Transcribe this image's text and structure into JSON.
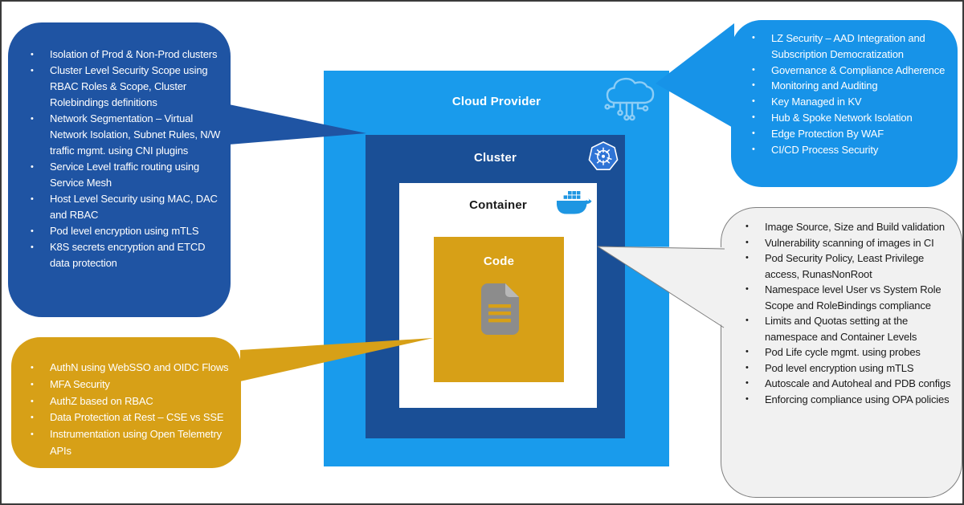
{
  "diagram": {
    "title_hint": "Kubernetes / cloud layered security diagram",
    "center": {
      "cloud_label": "Cloud Provider",
      "cluster_label": "Cluster",
      "container_label": "Container",
      "code_label": "Code"
    },
    "icons": {
      "cloud": "cloud-network-icon",
      "cluster": "kubernetes-icon",
      "container": "docker-whale-icon",
      "code": "document-icon"
    },
    "callouts": {
      "cluster_security": {
        "items": [
          "Isolation of Prod & Non-Prod clusters",
          "Cluster Level Security Scope using RBAC Roles & Scope, Cluster Rolebindings definitions",
          "Network Segmentation – Virtual Network Isolation, Subnet Rules, N/W traffic mgmt. using CNI plugins",
          "Service Level traffic routing using Service Mesh",
          "Host Level Security using MAC, DAC and RBAC",
          "Pod level encryption using mTLS",
          "K8S secrets encryption and ETCD data protection"
        ]
      },
      "lz_security": {
        "items": [
          "LZ Security – AAD Integration and Subscription Democratization",
          "Governance & Compliance Adherence",
          "Monitoring and Auditing",
          "Key Managed in KV",
          "Hub & Spoke Network Isolation",
          "Edge Protection By WAF",
          "CI/CD Process Security"
        ]
      },
      "identity_security": {
        "items": [
          "AuthN using WebSSO and OIDC Flows",
          "MFA Security",
          "AuthZ based on RBAC",
          "Data Protection at Rest – CSE vs SSE",
          "Instrumentation using Open Telemetry APIs"
        ]
      },
      "container_security": {
        "items": [
          "Image Source, Size and Build validation",
          "Vulnerability scanning of images in CI",
          "Pod Security Policy, Least Privilege access, RunasNonRoot",
          "Namespace level User vs System Role Scope and RoleBindings compliance",
          "Limits and Quotas setting at the namespace and Container Levels",
          "Pod Life cycle mgmt. using probes",
          "Pod level encryption using mTLS",
          "Autoscale and Autoheal and PDB configs",
          "Enforcing compliance using OPA policies"
        ]
      }
    },
    "colors": {
      "cloud_box_blue": "#199BEC",
      "bright_blue": "#1793E8",
      "navy": "#1F54A3",
      "cluster_navy": "#1A4F96",
      "gold": "#D7A017",
      "gray_fill": "#F1F1F1",
      "gray_border": "#7F7F7F",
      "docker_blue": "#1E96E2",
      "k8s_blue": "#2E74D6",
      "doc_gray": "#8C8C8C",
      "cloud_icon_stroke": "#8CCDF6"
    }
  }
}
